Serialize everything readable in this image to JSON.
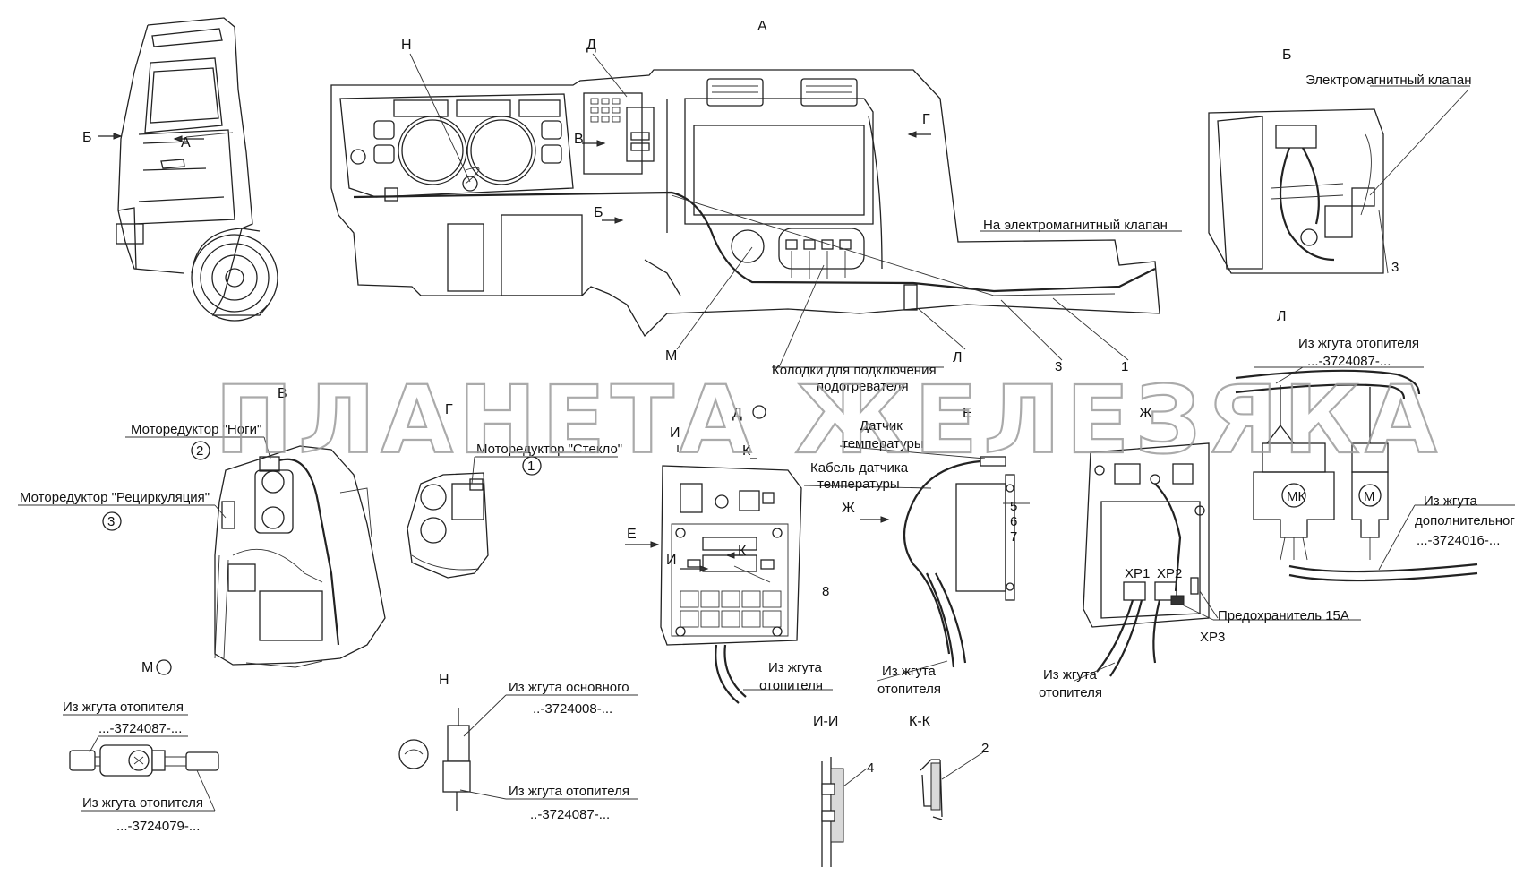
{
  "watermark": "ПЛАНЕТА ЖЕЛЕЗЯКА",
  "views": {
    "a": "А",
    "b": "Б",
    "v": "В",
    "g": "Г",
    "d": "Д",
    "e": "Е",
    "zh": "Ж",
    "i": "И",
    "k": "К",
    "l": "Л",
    "m": "М",
    "n": "Н",
    "ii": "И-И",
    "kk": "К-К"
  },
  "labels": {
    "solenoid_valve": "Электромагнитный клапан",
    "to_solenoid_valve": "На электромагнитный клапан",
    "heater_pads_1": "Колодки для подключения",
    "heater_pads_2": "подогревателя",
    "motor_feet": "Моторедуктор \"Ноги\"",
    "motor_recirc": "Моторедуктор \"Рециркуляция\"",
    "motor_glass": "Моторедуктор \"Стекло\"",
    "temp_sensor_1": "Датчик",
    "temp_sensor_2": "температуры",
    "temp_cable_1": "Кабель датчика",
    "temp_cable_2": "температуры",
    "fuse": "Предохранитель 15А",
    "xp3": "ХР3",
    "xp1": "ХР1",
    "xp2": "ХР2",
    "from_heater_1": "Из жгута",
    "from_heater_2": "отопителя",
    "from_heater_full": "Из жгута отопителя",
    "code_4087": "...-3724087-...",
    "code_4079": "...-3724079-...",
    "code_4008": "..-3724008-...",
    "code_4087b": "..-3724087-...",
    "code_4016": "...-3724016-...",
    "from_main": "Из жгута основного",
    "from_additional_1": "Из жгута",
    "from_additional_2": "дополнительного",
    "mk": "МК",
    "m": "М"
  },
  "callouts": [
    "1",
    "2",
    "3",
    "4",
    "5",
    "6",
    "7",
    "8"
  ],
  "circled": [
    "1",
    "2",
    "3"
  ]
}
